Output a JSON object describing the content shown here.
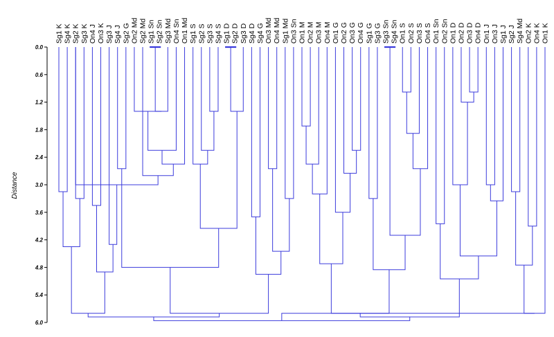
{
  "chart_data": {
    "type": "dendrogram",
    "title": "",
    "ylabel": "Distance",
    "ylim": [
      0,
      6.0
    ],
    "y_ticks": [
      "0.0",
      "0.6",
      "1.2",
      "1.8",
      "2.4",
      "3.0",
      "3.6",
      "4.2",
      "4.8",
      "5.4",
      "6.0"
    ],
    "line_color": "#3b3bdc",
    "leaves": [
      "Sg1 K",
      "Sg4 K",
      "Sg2 K",
      "Sg3 K",
      "On4 J",
      "On3 K",
      "Sg3 J",
      "Sg4 J",
      "Sg2 G",
      "On2 Md",
      "Sg2 Md",
      "Sg1 Sn",
      "Sg2 Sn",
      "Sg3 Md",
      "On4 Sn",
      "On1 Md",
      "Sg1 S",
      "Sg2 S",
      "Sg3 S",
      "Sg4 S",
      "Sg1 D",
      "Sg2 D",
      "Sg3 D",
      "Sg4 D",
      "Sg4 G",
      "On3 Md",
      "On4 Md",
      "Sg1 Md",
      "On3 Sn",
      "On1 M",
      "On2 M",
      "On3 M",
      "On4 M",
      "On1 G",
      "On2 G",
      "On3 G",
      "On4 G",
      "Sg1 G",
      "Sg3 G",
      "Sg3 Sn",
      "Sg4 Sn",
      "On1 S",
      "On2 S",
      "On3 S",
      "On4 S",
      "On1 Sn",
      "On2 Sn",
      "On1 D",
      "On2 D",
      "On3 D",
      "On4 D",
      "On1 J",
      "On3 J",
      "Sg1 J",
      "Sg2 J",
      "Sg4 Md",
      "On2 K",
      "On4 K",
      "On1 K"
    ],
    "merges": [
      {
        "a": 11,
        "b": 12,
        "h": 0.0
      },
      {
        "a": 20,
        "b": 21,
        "h": 0.0
      },
      {
        "a": 39,
        "b": 40,
        "h": 0.0
      },
      {
        "a": 41,
        "b": 42,
        "h": 0.98
      },
      {
        "a": 49,
        "b": 50,
        "h": 0.98
      },
      {
        "a": 59,
        "b": 13,
        "h": 1.4
      },
      {
        "a": 9,
        "b": 64,
        "h": 1.4
      },
      {
        "a": 60,
        "b": 22,
        "h": 1.4
      },
      {
        "a": 18,
        "b": 19,
        "h": 1.4
      },
      {
        "a": 63,
        "b": 48,
        "h": 1.2
      },
      {
        "a": 29,
        "b": 30,
        "h": 1.72
      },
      {
        "a": 62,
        "b": 43,
        "h": 1.88
      },
      {
        "a": 65,
        "b": 14,
        "h": 2.25
      },
      {
        "a": 17,
        "b": 67,
        "h": 2.25
      },
      {
        "a": 35,
        "b": 36,
        "h": 2.25
      },
      {
        "a": 71,
        "b": 15,
        "h": 2.55
      },
      {
        "a": 16,
        "b": 72,
        "h": 2.55
      },
      {
        "a": 69,
        "b": 31,
        "h": 2.55
      },
      {
        "a": 7,
        "b": 8,
        "h": 2.65
      },
      {
        "a": 25,
        "b": 26,
        "h": 2.65
      },
      {
        "a": 70,
        "b": 44,
        "h": 2.65
      },
      {
        "a": 34,
        "b": 73,
        "h": 2.75
      },
      {
        "a": 10,
        "b": 74,
        "h": 2.8
      },
      {
        "a": 81,
        "b": 2,
        "h": 3.0
      },
      {
        "a": 47,
        "b": 68,
        "h": 3.0
      },
      {
        "a": 51,
        "b": 52,
        "h": 3.0
      },
      {
        "a": 0,
        "b": 1,
        "h": 3.15
      },
      {
        "a": 76,
        "b": 32,
        "h": 3.2
      },
      {
        "a": 54,
        "b": 55,
        "h": 3.15
      },
      {
        "a": 4,
        "b": 5,
        "h": 3.45
      },
      {
        "a": 2,
        "b": 3,
        "h": 3.3
      },
      {
        "a": 27,
        "b": 28,
        "h": 3.3
      },
      {
        "a": 37,
        "b": 38,
        "h": 3.3
      },
      {
        "a": 84,
        "b": 53,
        "h": 3.35
      },
      {
        "a": 33,
        "b": 80,
        "h": 3.6
      }
    ]
  }
}
